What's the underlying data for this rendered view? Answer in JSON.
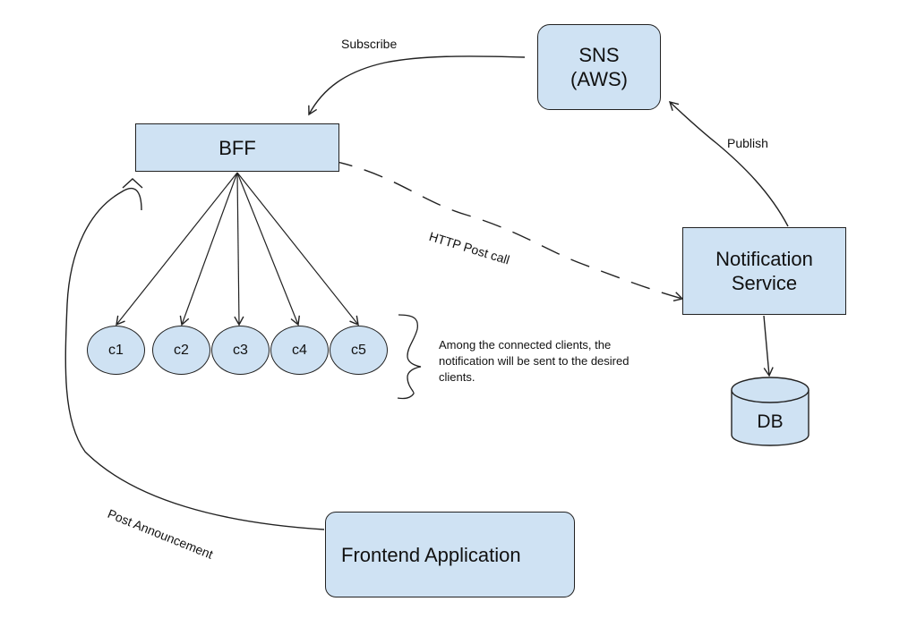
{
  "nodes": {
    "sns_line1": "SNS",
    "sns_line2": "(AWS)",
    "bff": "BFF",
    "notification_line1": "Notification",
    "notification_line2": "Service",
    "db": "DB",
    "frontend": "Frontend Application"
  },
  "clients": [
    "c1",
    "c2",
    "c3",
    "c4",
    "c5"
  ],
  "edges": {
    "subscribe": "Subscribe",
    "publish": "Publish",
    "http_post": "HTTP Post call",
    "post_announcement": "Post Announcement"
  },
  "note": "Among the connected clients, the notification will be sent to the desired clients.",
  "colors": {
    "node_fill": "#cfe2f3",
    "stroke": "#222222"
  }
}
